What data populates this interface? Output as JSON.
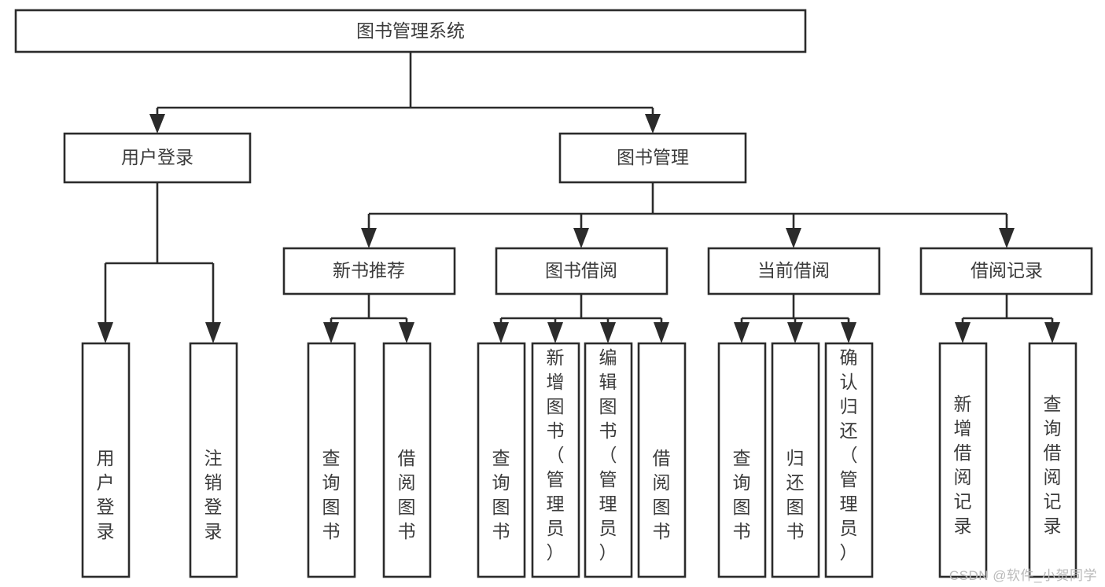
{
  "diagram": {
    "type": "tree-hierarchy",
    "title": "图书管理系统",
    "watermark": "CSDN @软件_小贺同学",
    "colors": {
      "box_stroke": "#2b2b2b",
      "box_fill": "#ffffff",
      "text": "#3b3b3b",
      "watermark": "#b9b9b9",
      "background": "#ffffff"
    },
    "root": {
      "label": "图书管理系统"
    },
    "level2": [
      {
        "label": "用户登录"
      },
      {
        "label": "图书管理"
      }
    ],
    "level3": [
      {
        "label": "新书推荐"
      },
      {
        "label": "图书借阅"
      },
      {
        "label": "当前借阅"
      },
      {
        "label": "借阅记录"
      }
    ],
    "leaves": {
      "user_login": [
        {
          "label": "用户登录"
        },
        {
          "label": "注销登录"
        }
      ],
      "new_book": [
        {
          "label": "查询图书"
        },
        {
          "label": "借阅图书"
        }
      ],
      "book_borrow": [
        {
          "label": "查询图书"
        },
        {
          "label": "新增图书（管理员）"
        },
        {
          "label": "编辑图书（管理员）"
        },
        {
          "label": "借阅图书"
        }
      ],
      "current_borrow": [
        {
          "label": "查询图书"
        },
        {
          "label": "归还图书"
        },
        {
          "label": "确认归还（管理员）"
        }
      ],
      "borrow_record": [
        {
          "label": "新增借阅记录"
        },
        {
          "label": "查询借阅记录"
        }
      ]
    }
  }
}
